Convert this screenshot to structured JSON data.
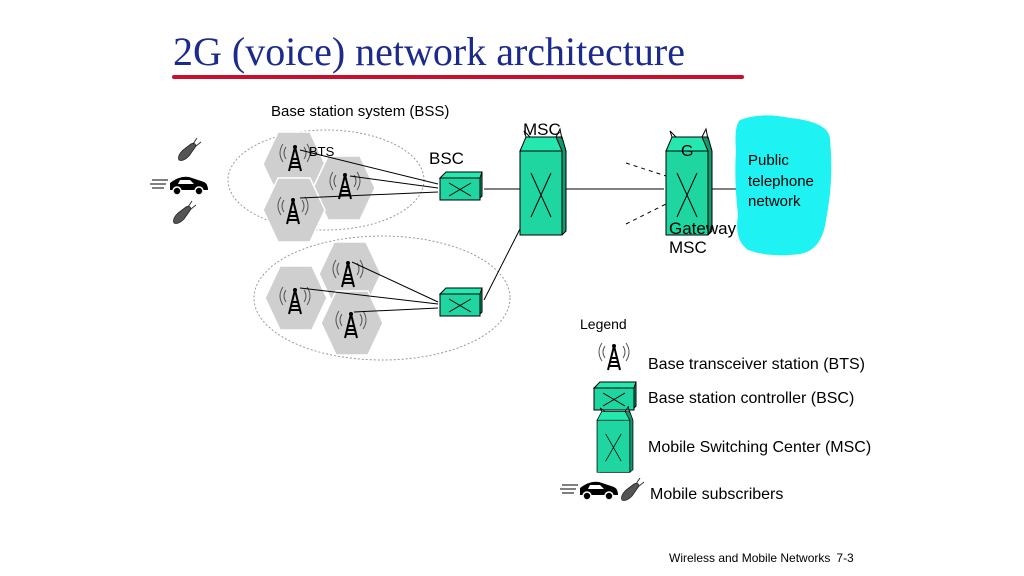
{
  "title": "2G (voice) network architecture",
  "diagram": {
    "bss_label": "Base station system (BSS)",
    "msc_label": "MSC",
    "bsc_label": "BSC",
    "bts_label": "BTS",
    "gateway_letter": "G",
    "gateway_label_line1": "Gateway",
    "gateway_label_line2": "MSC",
    "pstn_line1": "Public",
    "pstn_line2": "telephone",
    "pstn_line3": "network"
  },
  "legend": {
    "title": "Legend",
    "bts": "Base transceiver station (BTS)",
    "bsc": "Base station controller (BSC)",
    "msc": "Mobile Switching Center (MSC)",
    "subscribers": "Mobile subscribers"
  },
  "footer": {
    "course": "Wireless and Mobile Networks",
    "page": "7-3"
  },
  "colors": {
    "equipment": "#1fd6a0",
    "pstn_cloud": "#1ef2f2",
    "cell": "#cfcfcf",
    "title": "#1c2a8c",
    "underline": "#c8102e"
  }
}
